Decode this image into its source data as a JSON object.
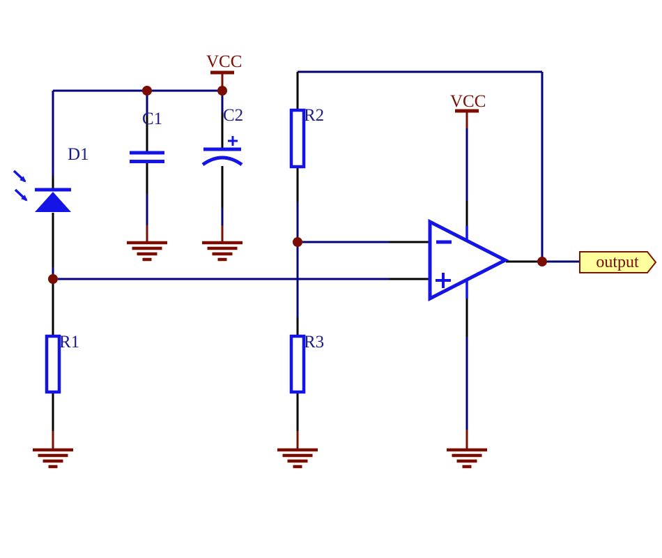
{
  "diagram": {
    "kind": "circuit-schematic",
    "palette": {
      "wire": "#00007c",
      "pin": "#000000",
      "component": "#1414e6",
      "label": "#1a1a8c",
      "power": "#7b0c00",
      "flag_fill": "#ffff9e",
      "flag_border": "#7b1400"
    },
    "components": {
      "d1": {
        "ref": "D1",
        "type": "photodiode"
      },
      "c1": {
        "ref": "C1",
        "type": "capacitor"
      },
      "c2": {
        "ref": "C2",
        "type": "polarized-capacitor",
        "polarity_mark": "+"
      },
      "r1": {
        "ref": "R1",
        "type": "resistor"
      },
      "r2": {
        "ref": "R2",
        "type": "resistor"
      },
      "r3": {
        "ref": "R3",
        "type": "resistor"
      },
      "opamp": {
        "type": "op-amp",
        "inverting_mark": "−",
        "noninverting_mark": "+"
      }
    },
    "power": {
      "vcc_left": "VCC",
      "vcc_right": "VCC"
    },
    "net_flag": {
      "label": "output"
    }
  }
}
